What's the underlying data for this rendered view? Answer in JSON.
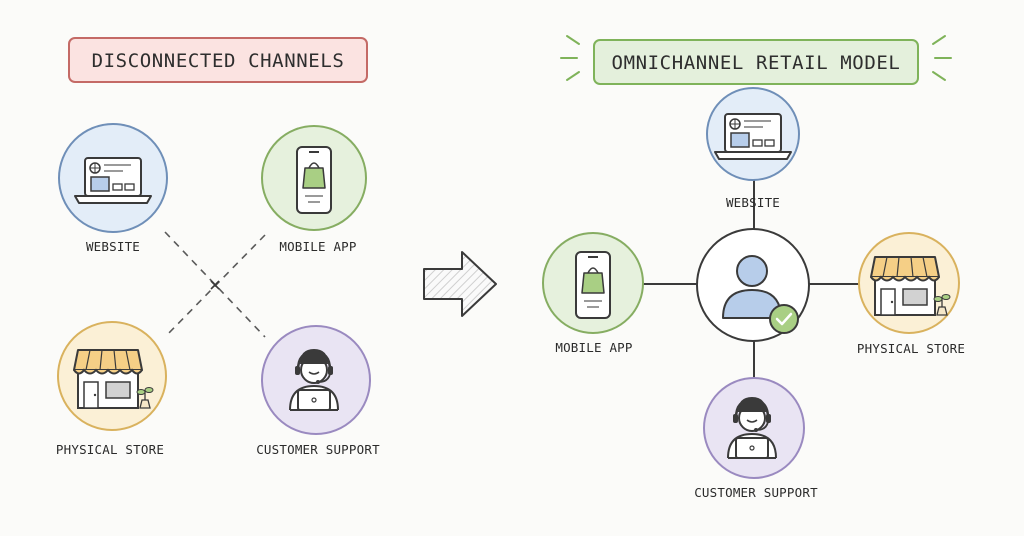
{
  "left_panel": {
    "title": "DISCONNECTED CHANNELS",
    "title_bg": "#fbe3e1",
    "nodes": [
      {
        "label": "WEBSITE",
        "icon": "laptop-icon",
        "color": "#e3edf8"
      },
      {
        "label": "MOBILE APP",
        "icon": "smartphone-icon",
        "color": "#e6f1dd"
      },
      {
        "label": "PHYSICAL STORE",
        "icon": "storefront-icon",
        "color": "#fbf0d6"
      },
      {
        "label": "CUSTOMER SUPPORT",
        "icon": "headset-agent-icon",
        "color": "#e9e4f3"
      }
    ]
  },
  "right_panel": {
    "title": "OMNICHANNEL RETAIL MODEL",
    "title_bg": "#e4f0dc",
    "hub": {
      "icon": "customer-checkmark-icon"
    },
    "nodes": [
      {
        "label": "WEBSITE",
        "icon": "laptop-icon",
        "color": "#e3edf8"
      },
      {
        "label": "MOBILE APP",
        "icon": "smartphone-icon",
        "color": "#e6f1dd"
      },
      {
        "label": "PHYSICAL STORE",
        "icon": "storefront-icon",
        "color": "#fbf0d6"
      },
      {
        "label": "CUSTOMER SUPPORT",
        "icon": "headset-agent-icon",
        "color": "#e9e4f3"
      }
    ]
  },
  "arrow": {
    "icon": "right-arrow-icon"
  }
}
